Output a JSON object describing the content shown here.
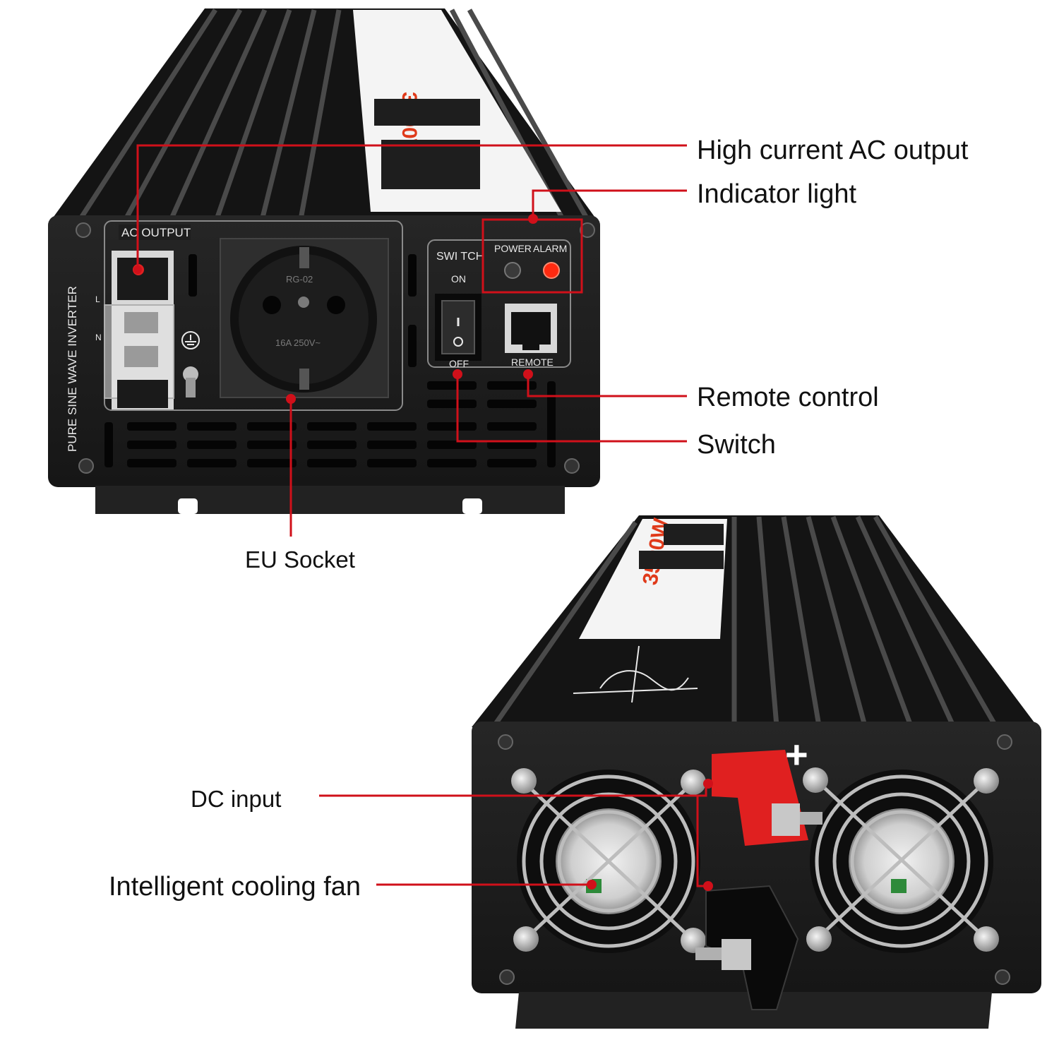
{
  "callouts": {
    "ac_output_high": "High current AC output",
    "indicator_light": "Indicator light",
    "remote_control": "Remote control",
    "switch": "Switch",
    "eu_socket": "EU Socket",
    "dc_input": "DC input",
    "cooling_fan": "Intelligent cooling fan"
  },
  "front_panel": {
    "ac_output": "AC OUTPUT",
    "switch": "SWI TCH",
    "on": "ON",
    "off": "OFF",
    "power": "POWER",
    "alarm": "ALARM",
    "remote": "REMOTE",
    "side_label": "PURE SINE WAVE INVERTER",
    "terminal_l": "L",
    "terminal_n": "N",
    "socket_model": "RG-02",
    "socket_rating": "16A 250V~"
  },
  "rear_panel": {
    "positive": "+"
  },
  "product": {
    "wattage_label": "3500W"
  },
  "colors": {
    "callout_line": "#d0101a",
    "panel_black": "#1c1c1c",
    "terminal_red": "#e02020",
    "alarm_led": "#ff2a10"
  },
  "icons": {
    "ground": "ground-symbol-icon",
    "fan_guard": "fan-grille-icon",
    "screw": "phillips-screw-icon"
  }
}
